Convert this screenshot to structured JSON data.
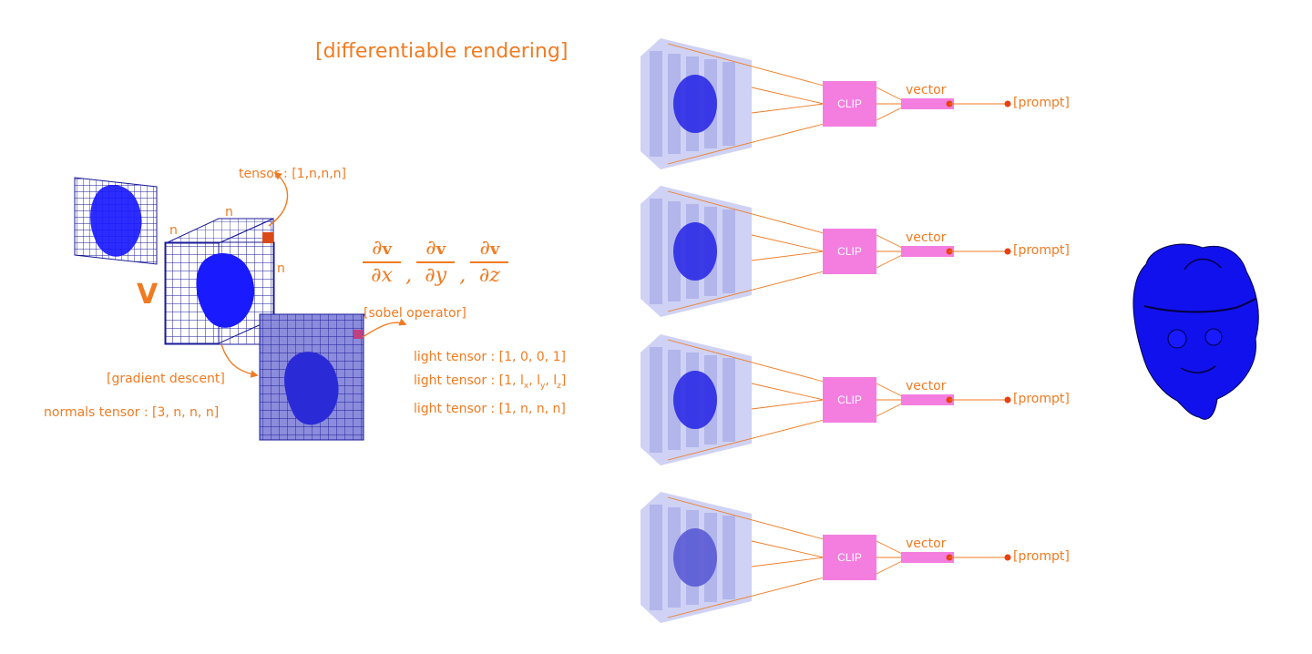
{
  "title": "[differentiable rendering]",
  "labels": {
    "tensor": "tensor : [1,n,n,n]",
    "n_top": "n",
    "n_left": "n",
    "n_right": "n",
    "v": "V",
    "sobel": "[sobel operator]",
    "gradient_descent": "[gradient descent]",
    "normals_tensor": "normals tensor : [3, n, n, n]",
    "light_tensor_1": "light tensor : [1, 0, 0, 1]",
    "light_tensor_2": "light tensor : [1, l",
    "light_tensor_2_x": "x",
    "light_tensor_2_mid1": ", l",
    "light_tensor_2_y": "y",
    "light_tensor_2_mid2": ", l",
    "light_tensor_2_z": "z",
    "light_tensor_2_end": "]",
    "light_tensor_3": "light tensor : [1, n, n, n]"
  },
  "formula": {
    "partial": "∂",
    "v": "v",
    "dx": "∂x",
    "dy": "∂y",
    "dz": "∂z",
    "comma": ","
  },
  "rows": [
    {
      "clip_label": "CLIP",
      "vector_label": "vector",
      "prompt_label": "[prompt]"
    },
    {
      "clip_label": "CLIP",
      "vector_label": "vector",
      "prompt_label": "[prompt]"
    },
    {
      "clip_label": "CLIP",
      "vector_label": "vector",
      "prompt_label": "[prompt]"
    },
    {
      "clip_label": "CLIP",
      "vector_label": "vector",
      "prompt_label": "[prompt]"
    }
  ],
  "colors": {
    "accent": "#f07b22",
    "clip_box": "#f47ee0",
    "voxel_blue": "#1a1aff",
    "grid_line": "#1a1a99",
    "slab": "#9aa0e8",
    "output_blue": "#1111ee"
  },
  "icons": {
    "voxel_slice": "voxel-slice-icon",
    "voxel_cube": "voxel-cube-icon",
    "layered_render": "layered-render-icon",
    "output_mesh": "output-mesh-icon"
  }
}
